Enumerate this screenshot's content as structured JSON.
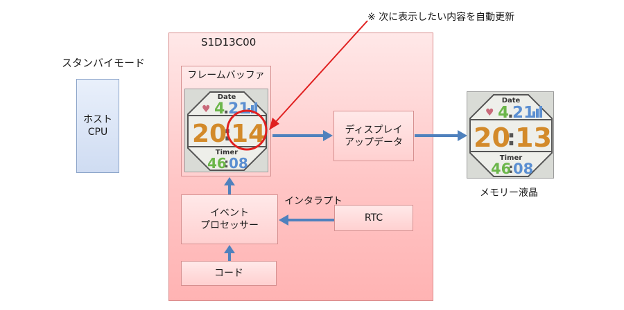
{
  "note": "※ 次に表示したい内容を自動更新",
  "standby": "スタンバイモード",
  "host": {
    "line1": "ホスト",
    "line2": "CPU"
  },
  "chip": {
    "name": "S1D13C00"
  },
  "framebuffer": {
    "title": "フレームバッファ"
  },
  "display_update": {
    "line1": "ディスプレイ",
    "line2": "アップデータ"
  },
  "event_processor": {
    "line1": "イベント",
    "line2": "プロセッサー"
  },
  "code": "コード",
  "rtc": "RTC",
  "interrupt": "インタラプト",
  "memory_lcd": "メモリー液晶",
  "watch_buffer": {
    "date_label": "Date",
    "date_month": "4",
    "date_sep": ".",
    "date_day": "21",
    "hour": "20",
    "colon": ":",
    "minute": "14",
    "timer_label": "Timer",
    "timer_min": "46",
    "timer_sep": ":",
    "timer_sec": "08"
  },
  "watch_lcd": {
    "date_label": "Date",
    "date_month": "4",
    "date_sep": ".",
    "date_day": "21",
    "hour": "20",
    "colon": ":",
    "minute": "13",
    "timer_label": "Timer",
    "timer_min": "46",
    "timer_sep": ":",
    "timer_sec": "08"
  },
  "colors": {
    "chip_bg": "#ffc6c6",
    "arrow_blue": "#4f81bd",
    "highlight_red": "#e02020",
    "digit_orange": "#d38a2a",
    "digit_green": "#6bb64a",
    "digit_blue": "#5b8fd1"
  }
}
